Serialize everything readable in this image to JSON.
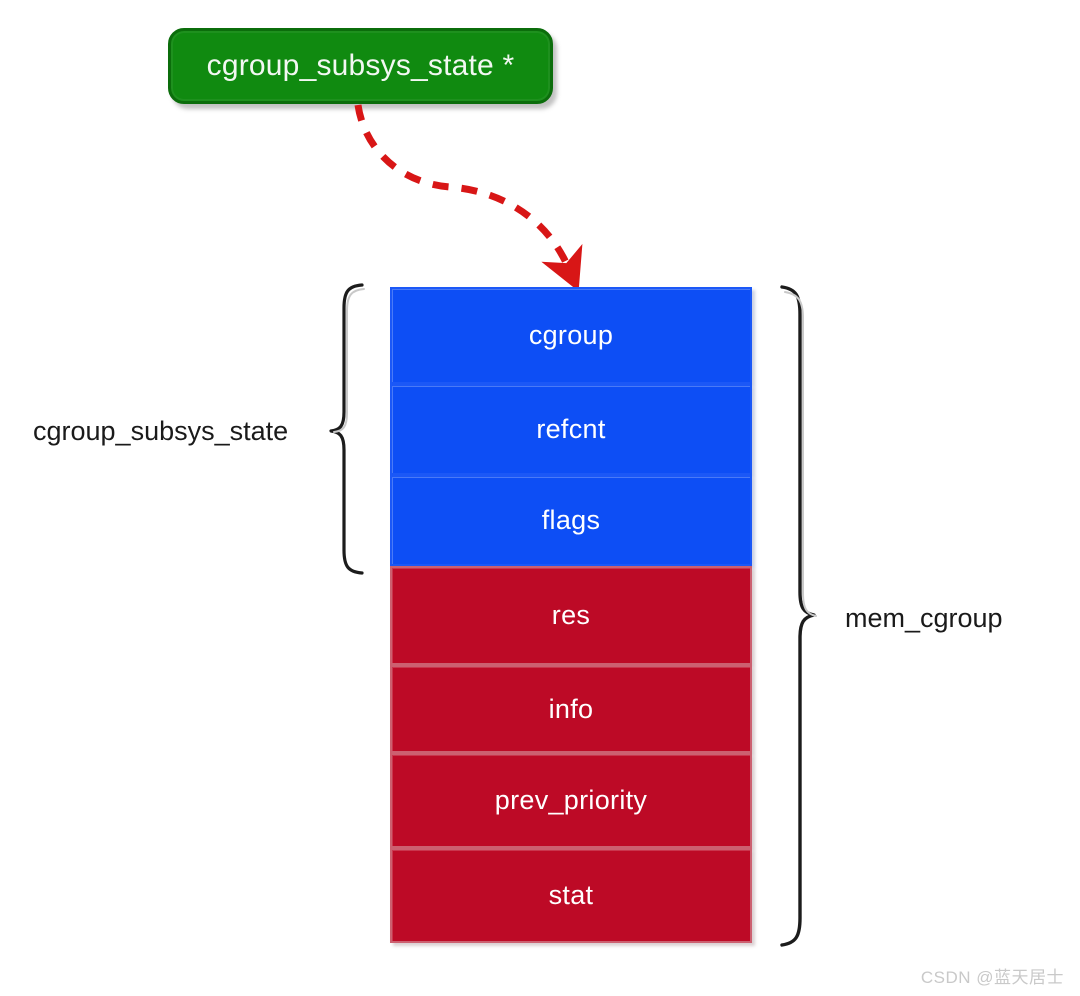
{
  "diagram": {
    "title_box": {
      "label": "cgroup_subsys_state *",
      "color": "#108a10",
      "text_color": "#f2f8f2"
    },
    "arrow": {
      "name": "dashed-curved-arrow",
      "color": "#d81616",
      "style": "dashed",
      "from": "cgroup_subsys_state *",
      "to": "cgroup"
    },
    "struct_block": {
      "blue_color": "#0d4ef5",
      "red_color": "#bd0a26",
      "fields": [
        {
          "label": "cgroup",
          "group": "cgroup_subsys_state",
          "color": "blue"
        },
        {
          "label": "refcnt",
          "group": "cgroup_subsys_state",
          "color": "blue"
        },
        {
          "label": "flags",
          "group": "cgroup_subsys_state",
          "color": "blue"
        },
        {
          "label": "res",
          "group": "mem_cgroup",
          "color": "red"
        },
        {
          "label": "info",
          "group": "mem_cgroup",
          "color": "red"
        },
        {
          "label": "prev_priority",
          "group": "mem_cgroup",
          "color": "red"
        },
        {
          "label": "stat",
          "group": "mem_cgroup",
          "color": "red"
        }
      ]
    },
    "braces": {
      "left": {
        "label": "cgroup_subsys_state",
        "spans": [
          "cgroup",
          "refcnt",
          "flags"
        ]
      },
      "right": {
        "label": "mem_cgroup",
        "spans": [
          "cgroup",
          "refcnt",
          "flags",
          "res",
          "info",
          "prev_priority",
          "stat"
        ]
      }
    }
  },
  "watermark": {
    "text": "CSDN @蓝天居士"
  }
}
